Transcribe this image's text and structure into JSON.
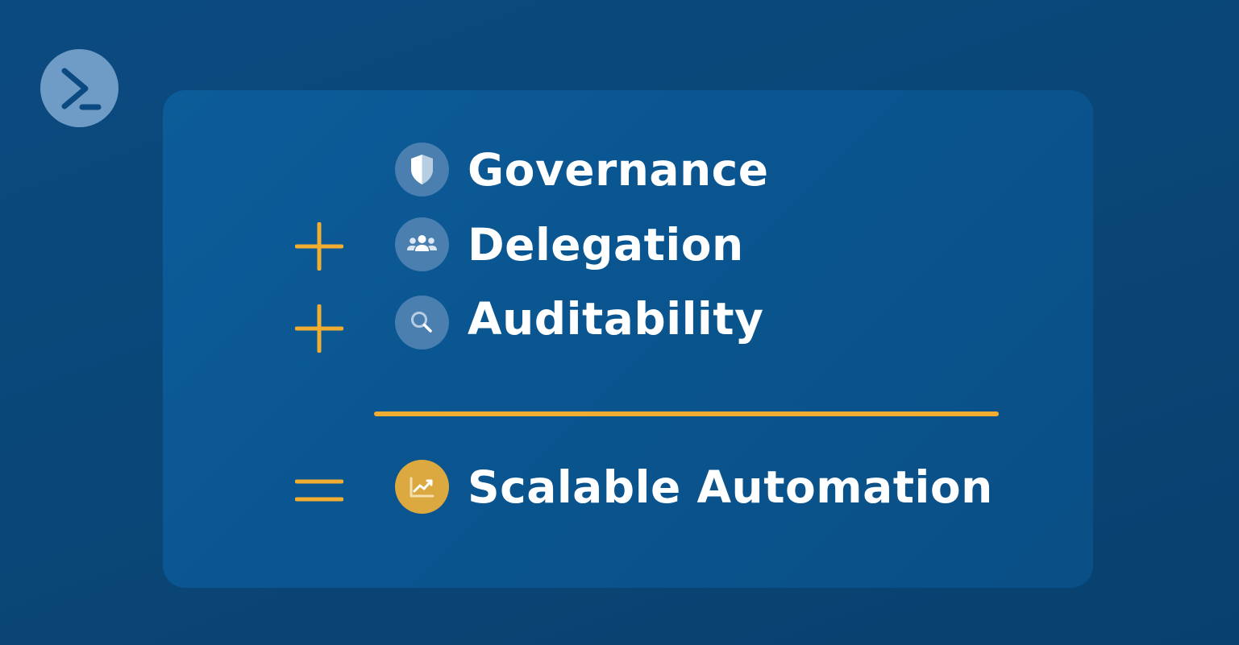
{
  "logo": {
    "icon": "terminal-prompt-icon",
    "color": "#6e9cc6"
  },
  "items": [
    {
      "label": "Governance",
      "icon": "shield-icon",
      "operator": ""
    },
    {
      "label": "Delegation",
      "icon": "users-icon",
      "operator": "+"
    },
    {
      "label": "Auditability",
      "icon": "search-icon",
      "operator": "+"
    }
  ],
  "result": {
    "label": "Scalable Automation",
    "icon": "chart-trend-icon",
    "operator": "="
  },
  "colors": {
    "background": "#0a4677",
    "card": "#0a5590",
    "accent": "#f0ad31",
    "icon_circle": "#4a7fb0",
    "result_icon_circle": "#dba93f",
    "text": "#ffffff"
  }
}
